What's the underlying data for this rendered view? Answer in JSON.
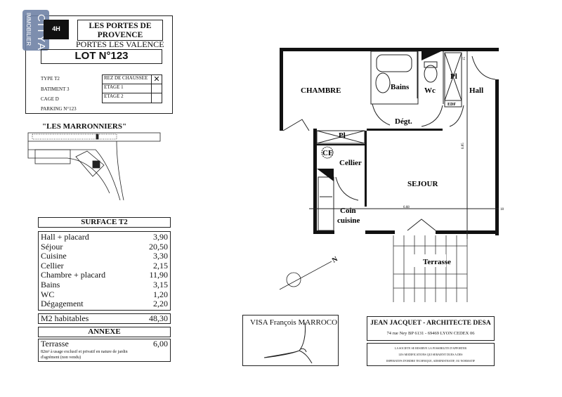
{
  "logo": {
    "brand": "CITYA",
    "sub": "IMMOBILIER",
    "promoter": "4H"
  },
  "header": {
    "program": "LES PORTES DE PROVENCE",
    "city": "PORTES LES VALENCE",
    "lot": "LOT N°123"
  },
  "info": {
    "type": "TYPE T2",
    "batiment": "BATIMENT 3",
    "cage": "CAGE D",
    "parking": "PARKING N°123"
  },
  "levels": [
    {
      "label": "REZ DE CHAUSSEE",
      "checked": true
    },
    {
      "label": "ETAGE 1",
      "checked": false
    },
    {
      "label": "ETAGE 2",
      "checked": false
    }
  ],
  "site": {
    "title": "\"LES MARRONNIERS\""
  },
  "surface": {
    "title": "SURFACE T2",
    "rows": [
      {
        "room": "Hall + placard",
        "area": "3,90"
      },
      {
        "room": "Séjour",
        "area": "20,50"
      },
      {
        "room": "Cuisine",
        "area": "3,30"
      },
      {
        "room": "Cellier",
        "area": "2,15"
      },
      {
        "room": "Chambre  + placard",
        "area": "11,90"
      },
      {
        "room": "Bains",
        "area": "3,15"
      },
      {
        "room": "WC",
        "area": "1,20"
      },
      {
        "room": "Dégagement",
        "area": "2,20"
      }
    ],
    "total_label": "M2 habitables",
    "total": "48,30"
  },
  "annexe": {
    "title": "ANNEXE",
    "room": "Terrasse",
    "area": "6,00",
    "note": "82m² à usage exclusif et privatif en nature de jardin d'agrément (non vendu)"
  },
  "plan": {
    "chambre": "CHAMBRE",
    "bains": "Bains",
    "wc": "Wc",
    "pl1": "Pl",
    "hall": "Hall",
    "edf": "EDF",
    "degt": "Dégt.",
    "pl2": "Pl",
    "ce": "CE",
    "cellier": "Cellier",
    "sejour": "SEJOUR",
    "coin": "Coin",
    "cuisine": "cuisine",
    "terrasse": "Terrasse",
    "north": "N",
    "dim1": "6.85",
    "dim2": "6.68",
    "dim3": "18",
    "dim4": "15"
  },
  "visa": {
    "label": "VISA François MARROCO"
  },
  "architect": {
    "name": "JEAN JACQUET - ARCHITECTE DESA",
    "address": "74 rue Ney BP 6131 - 69469 LYON CEDEX 06",
    "notes": [
      "LA SOCIETE SE RESERVE LA POSSIBILITE D'APPORTER",
      "LES MODIFICATIONS QUI SERAIENT DUES A DES",
      "IMPERATIFS D'ORDRE TECHNIQUE, ADMINISTRATIF, OU NORMATIF"
    ]
  }
}
